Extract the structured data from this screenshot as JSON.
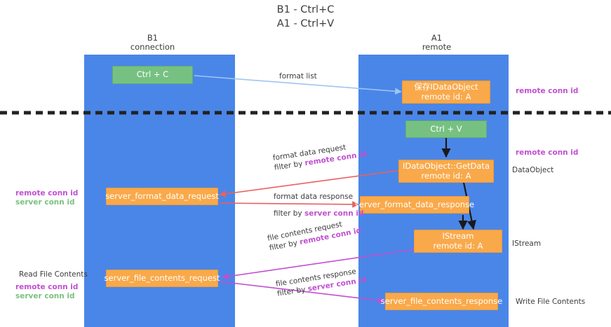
{
  "title": {
    "line1": "B1 - Ctrl+C",
    "line2": "A1 - Ctrl+V"
  },
  "lanes": [
    {
      "id": "b1",
      "name": "B1",
      "sub": "connection"
    },
    {
      "id": "a1",
      "name": "A1",
      "sub": "remote"
    }
  ],
  "nodes": {
    "ctrl_c": {
      "label": "Ctrl + C",
      "color": "#76c182"
    },
    "save_idataobject_l1": {
      "label": "保存IDataObject"
    },
    "save_idataobject_l2": {
      "label": "remote id: A"
    },
    "ctrl_v": {
      "label": "Ctrl + V",
      "color": "#76c182"
    },
    "getdata_l1": {
      "label": "IDataObject::GetData"
    },
    "getdata_l2": {
      "label": "remote id: A"
    },
    "server_format_data_request": {
      "label": "server_format_data_request"
    },
    "server_format_data_response": {
      "label": "server_format_data_response"
    },
    "istream_l1": {
      "label": "IStream"
    },
    "istream_l2": {
      "label": "remote id: A"
    },
    "server_file_contents_request": {
      "label": "server_file_contents_request"
    },
    "server_file_contents_response": {
      "label": "server_file_contents_response"
    }
  },
  "edges": {
    "format_list": {
      "label": "format list"
    },
    "format_data_request": {
      "label": "format data request",
      "filter_prefix": "filter by ",
      "filter_key": "remote conn id"
    },
    "format_data_response": {
      "label": "format data response",
      "filter_prefix": "filter by ",
      "filter_key": "server conn id"
    },
    "file_contents_request": {
      "label": "file contents request",
      "filter_prefix": "filter by ",
      "filter_key": "remote conn id"
    },
    "file_contents_response": {
      "label": "file contents response",
      "filter_prefix": "filter by ",
      "filter_key": "server conn id"
    }
  },
  "annotations": {
    "right_remote_conn_top": "remote conn id",
    "right_remote_conn_mid": "remote conn id",
    "right_dataobject": "DataObject",
    "right_istream": "IStream",
    "right_write_file": "Write File Contents",
    "left_remote_conn_1": "remote conn id",
    "left_server_conn_1": "server conn id",
    "left_read_file": "Read File Contents",
    "left_remote_conn_2": "remote conn id",
    "left_server_conn_2": "server conn id"
  },
  "colors": {
    "lane": "#4a86e8",
    "node_green": "#76c182",
    "node_orange": "#f9a94a",
    "divider": "#222222",
    "remote_conn": "#c050d0",
    "server_conn": "#7ac17e",
    "wire_blue": "#9fc5f0",
    "wire_red": "#e8615e",
    "wire_magenta": "#c050d0",
    "wire_dark": "#1a1a1a"
  }
}
